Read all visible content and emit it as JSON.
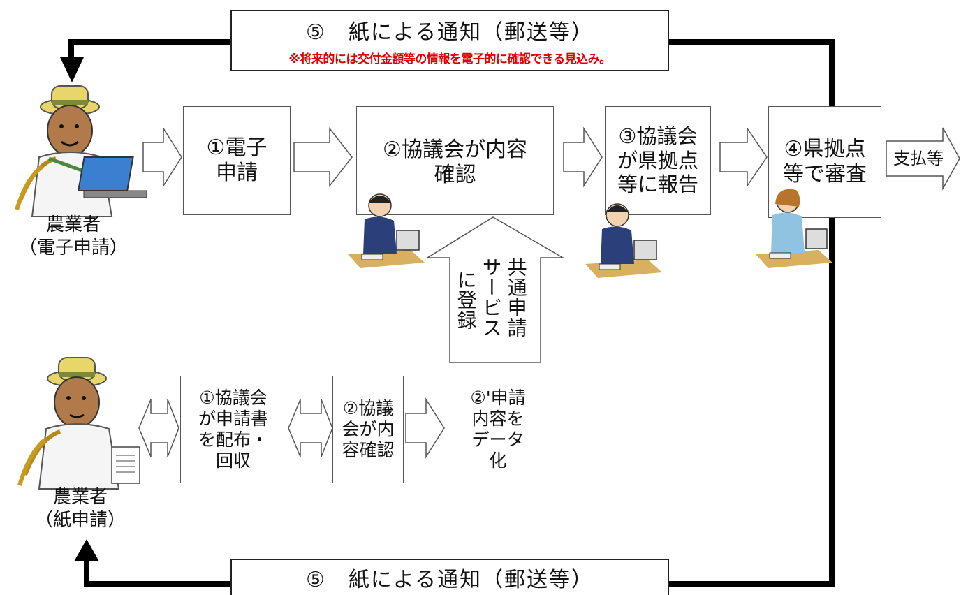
{
  "notice_top": {
    "title": "⑤　紙による通知（郵送等）",
    "note": "※将来的には交付金額等の情報を電子的に確認できる見込み。"
  },
  "notice_bottom": {
    "title": "⑤　紙による通知（郵送等）"
  },
  "farmer_electronic": {
    "label": "農業者\n（電子申請）"
  },
  "farmer_paper": {
    "label": "農業者\n（紙申請）"
  },
  "steps_electronic": {
    "s1": "①電子\n申請",
    "s2": "②協議会が内容\n確認",
    "s3": "③協議会\nが県拠点\n等に報告",
    "s4": "④県拠点\n等で審査",
    "pay": "支払等"
  },
  "steps_paper": {
    "p1": "①協議会\nが申請書\nを配布・\n回収",
    "p2": "②協議\n会が内\n容確認",
    "p3": "②'申請\n内容を\nデータ\n化"
  },
  "register": {
    "col1": "共通申請",
    "col2": "サービス",
    "col3": "に登録"
  },
  "colors": {
    "accent": "#e00000",
    "loop": "#000000",
    "box_border": "#555555"
  }
}
